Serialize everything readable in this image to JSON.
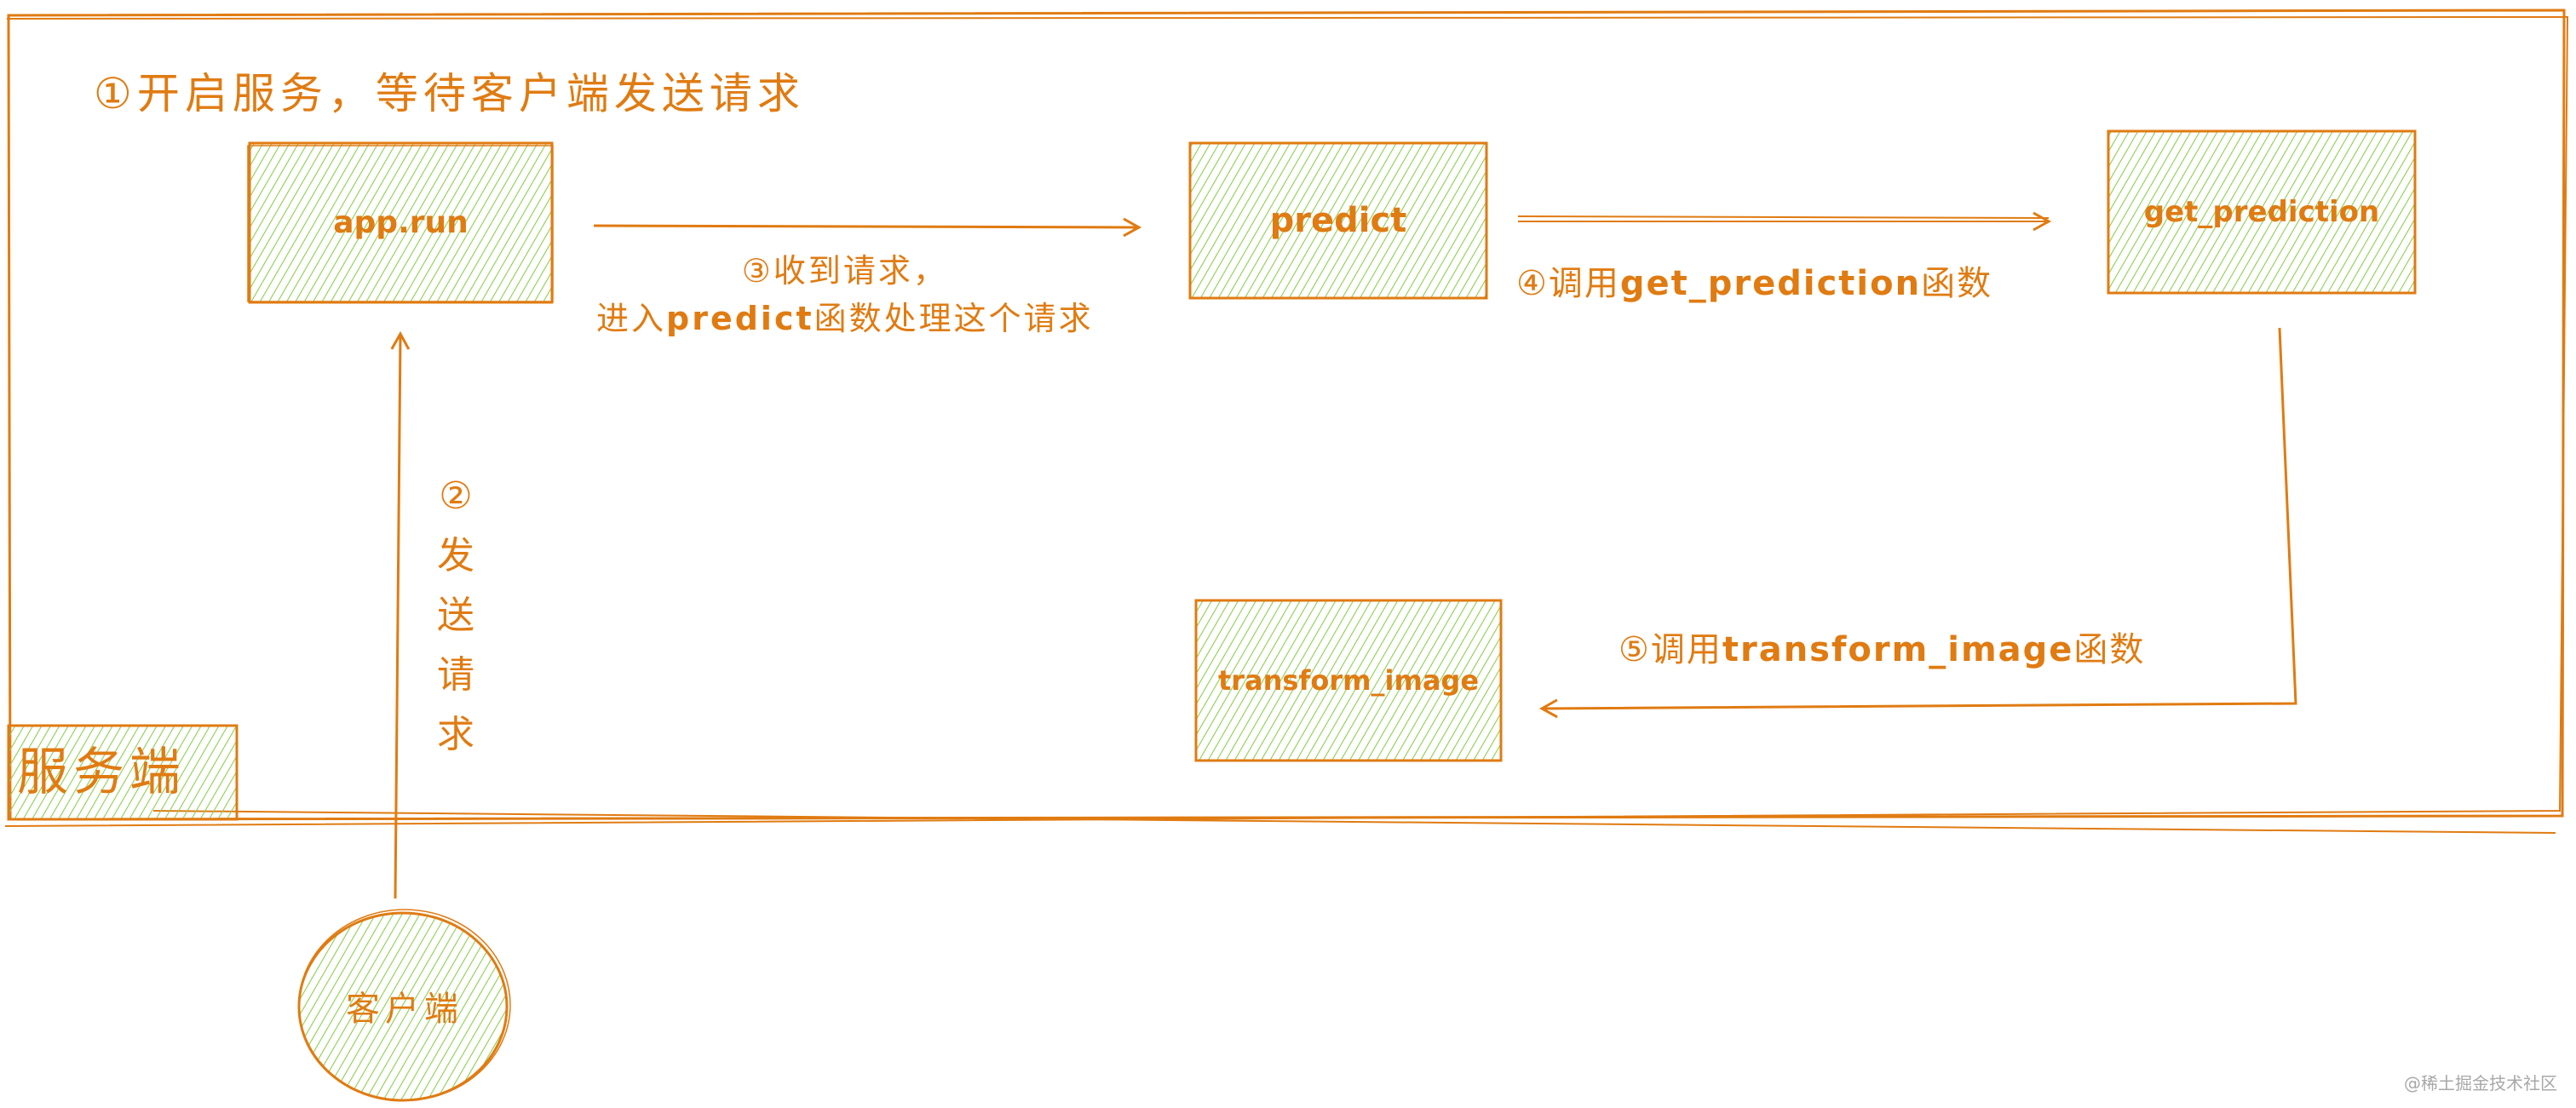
{
  "diagram": {
    "colors": {
      "stroke": "#e07b12",
      "fill_hatch": "#8ccf4d",
      "background": "#ffffff",
      "watermark": "#a8a8a8"
    },
    "container": {
      "label": "服务端"
    },
    "nodes": [
      {
        "id": "app_run",
        "label": "app.run",
        "shape": "rectangle"
      },
      {
        "id": "predict",
        "label": "predict",
        "shape": "rectangle"
      },
      {
        "id": "get_prediction",
        "label": "get_prediction",
        "shape": "rectangle"
      },
      {
        "id": "transform_image",
        "label": "transform_image",
        "shape": "rectangle"
      },
      {
        "id": "client",
        "label": "客户端",
        "shape": "circle"
      }
    ],
    "steps": [
      {
        "num": "①",
        "text": "开启服务，等待客户端发送请求"
      },
      {
        "num": "②",
        "text": "发送请求"
      },
      {
        "num": "③",
        "line1": "收到请求，",
        "line2_pre": "进入",
        "line2_code": "predict",
        "line2_post": "函数处理这个请求"
      },
      {
        "num": "④",
        "pre": "调用",
        "code": "get_prediction",
        "post": "函数"
      },
      {
        "num": "⑤",
        "pre": "调用",
        "code": "transform_image",
        "post": "函数"
      }
    ],
    "edges": [
      {
        "from": "client",
        "to": "app_run",
        "step": "②"
      },
      {
        "from": "app_run",
        "to": "predict",
        "step": "③"
      },
      {
        "from": "predict",
        "to": "get_prediction",
        "step": "④"
      },
      {
        "from": "get_prediction",
        "to": "transform_image",
        "step": "⑤"
      }
    ]
  },
  "watermark": "@稀土掘金技术社区"
}
